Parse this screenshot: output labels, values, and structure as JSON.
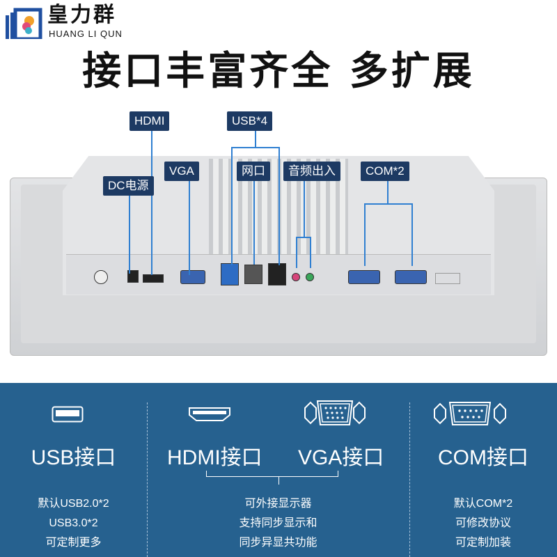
{
  "brand": {
    "name_cn": "皇力群",
    "name_en": "HUANG LI QUN"
  },
  "headline": "接口丰富齐全 多扩展",
  "callouts": {
    "hdmi": "HDMI",
    "usb": "USB*4",
    "dc": "DC电源",
    "vga": "VGA",
    "lan": "网口",
    "audio": "音频出入",
    "com": "COM*2"
  },
  "features": [
    {
      "title": "USB接口",
      "lines": [
        "默认USB2.0*2",
        "USB3.0*2",
        "可定制更多"
      ]
    },
    {
      "title_a": "HDMI接口",
      "title_b": "VGA接口",
      "lines": [
        "可外接显示器",
        "支持同步显示和",
        "同步异显共功能"
      ]
    },
    {
      "title": "COM接口",
      "lines": [
        "默认COM*2",
        "可修改协议",
        "可定制加装"
      ]
    }
  ],
  "colors": {
    "tag_bg": "#1d3a63",
    "band": "#26618f",
    "line": "#2f7fd1"
  }
}
